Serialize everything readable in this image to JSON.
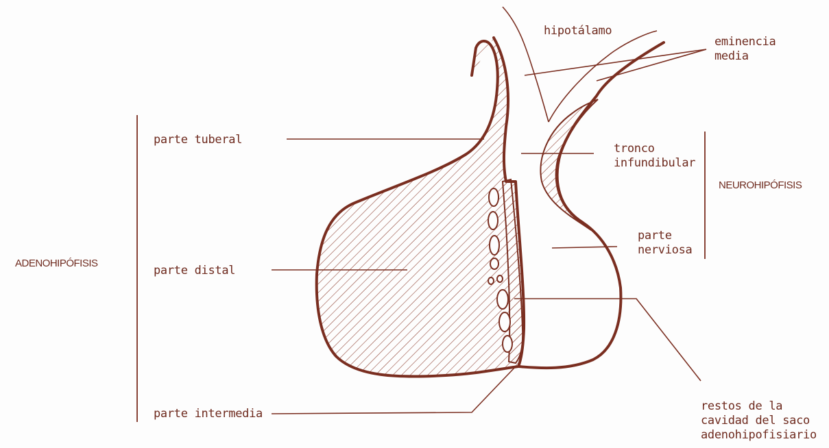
{
  "colors": {
    "ink": "#7a2e20",
    "text": "#6e2a1e",
    "background": "#fdfdfd"
  },
  "groups": {
    "adenohipofisis": "ADENOHIPÓFISIS",
    "neurohipofisis": "NEUROHIPÓFISIS"
  },
  "labels": {
    "hipotalamo": "hipotálamo",
    "eminencia_media": "eminencia\nmedia",
    "parte_tuberal": "parte tuberal",
    "tronco_infundibular": "tronco\ninfundibular",
    "parte_distal": "parte distal",
    "parte_nerviosa": "parte\nnerviosa",
    "parte_intermedia": "parte intermedia",
    "restos_cavidad": "restos de la\ncavidad del saco\nadenohipofisiario"
  }
}
